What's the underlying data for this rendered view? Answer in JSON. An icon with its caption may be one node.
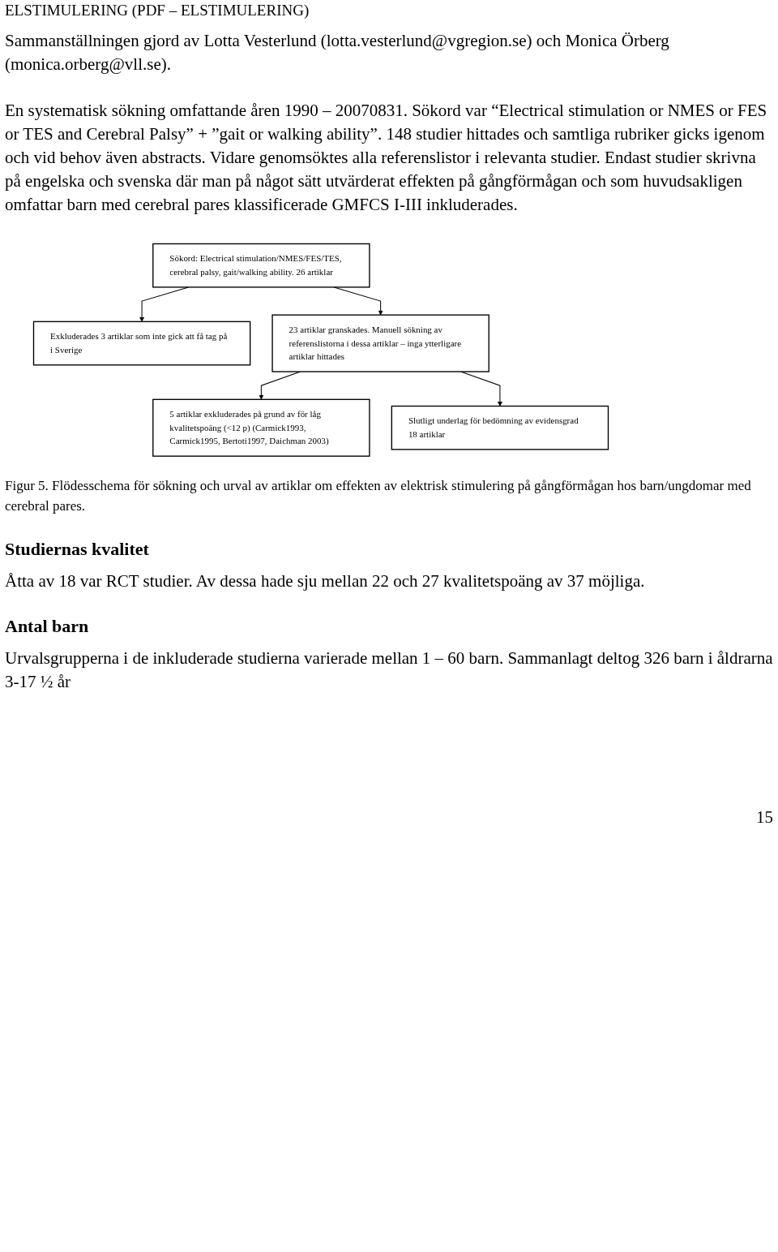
{
  "diagram": {
    "title": "ELSTIMULERING (PDF – ELSTIMULERING)",
    "caption": "Figur 5. Flödesschema för sökning och urval av artiklar om effekten av elektrisk stimulering på gångförmågan hos barn/ungdomar med cerebral pares.",
    "nodes": [
      {
        "text": [
          "Sökord: Electrical stimulation/NMES/FES/TES, cerebral palsy, gait/walking ability. 26 artiklar"
        ]
      },
      {
        "text": [
          "Exkluderades 3 artiklar som inte gick att få tag på i Sverige"
        ]
      },
      {
        "text": [
          "23 artiklar granskades. Manuell sökning av referenslistorna i dessa artiklar – inga ytterligare artiklar hittades"
        ]
      },
      {
        "text": [
          "5 artiklar exkluderades på grund av för låg kvalitetspoäng (<12 p) (Carmick1993, Carmick1995, Bertoti1997, Daichman 2003)"
        ]
      },
      {
        "text": [
          "Slutligt underlag för bedömning av evidensgrad 18 artiklar"
        ]
      }
    ],
    "edges": [
      {
        "from": 0,
        "to": 1,
        "arrow": "to"
      },
      {
        "from": 0,
        "to": 2,
        "arrow": "to"
      },
      {
        "from": 2,
        "to": 3,
        "arrow": "to"
      },
      {
        "from": 2,
        "to": 4,
        "arrow": "to"
      }
    ],
    "labels": [
      "Sammanställningen gjord av Lotta Vesterlund (lotta.vesterlund@vgregion.se) och Monica Örberg (monica.orberg@vll.se).",
      "En systematisk sökning omfattande åren 1990 – 20070831. Sökord var “Electrical stimulation or NMES or FES or TES and Cerebral Palsy” + ”gait or walking ability”. 148 studier hittades och samtliga rubriker gicks igenom och vid behov även abstracts. Vidare genomsöktes alla referenslistor i relevanta studier. Endast studier skrivna på engelska och svenska där man på något sätt utvärderat effekten på gångförmågan och som huvudsakligen omfattar barn med cerebral pares klassificerade GMFCS I-III inkluderades.",
      "Studiernas kvalitet",
      "Åtta av 18 var RCT studier. Av dessa hade sju mellan 22 och 27 kvalitetspoäng av 37 möjliga.",
      "Antal barn",
      "Urvalsgrupperna i de inkluderade studierna varierade mellan 1 – 60 barn. Sammanlagt deltog 326 barn i åldrarna 3-17 ½ år",
      "15"
    ]
  }
}
